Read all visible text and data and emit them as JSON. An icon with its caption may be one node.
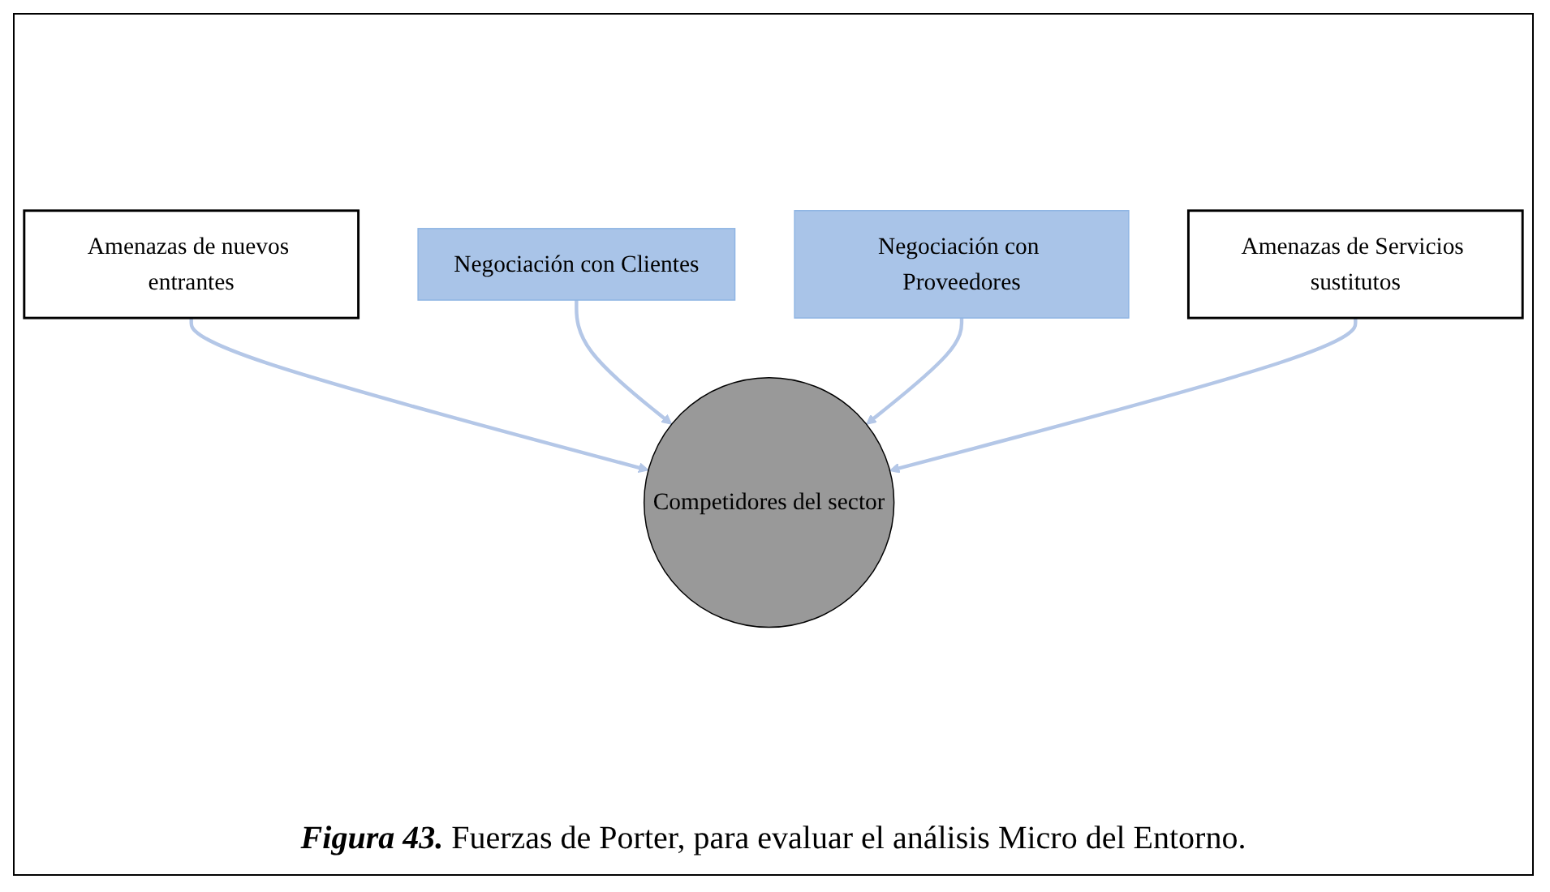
{
  "diagram": {
    "caption": "**Figura 43.** Fuerzas de Porter, para evaluar el análisis Micro del Entorno.",
    "nodes": [
      {
        "text": [
          "Amenazas de nuevos entrantes"
        ]
      },
      {
        "text": [
          "Negociación con Clientes"
        ]
      },
      {
        "text": [
          "Negociación con Proveedores"
        ]
      },
      {
        "text": [
          "Amenazas de Servicios sustitutos"
        ]
      },
      {
        "text": [
          "Competidores del sector"
        ]
      }
    ],
    "edges": [
      {
        "from": 0,
        "to": 4,
        "arrow": "to"
      },
      {
        "from": 1,
        "to": 4,
        "arrow": "to"
      },
      {
        "from": 2,
        "to": 4,
        "arrow": "to"
      },
      {
        "from": 3,
        "to": 4,
        "arrow": "to"
      }
    ]
  }
}
